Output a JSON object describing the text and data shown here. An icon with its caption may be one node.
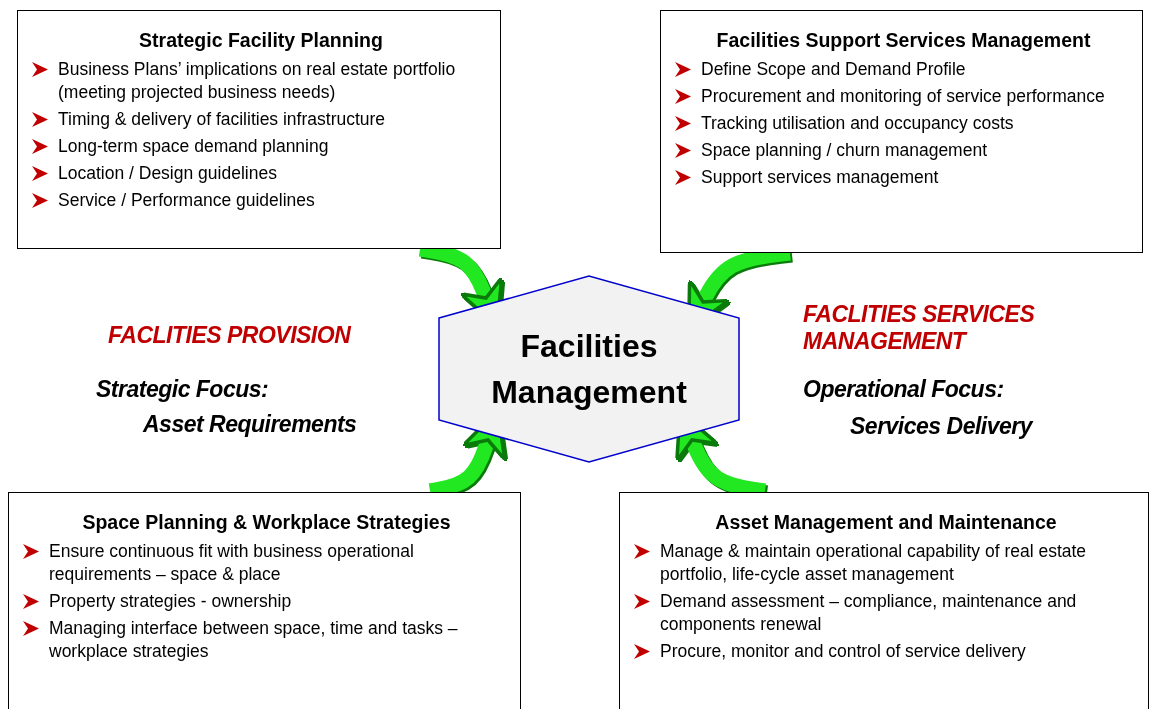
{
  "diagram": {
    "nodes": [
      {
        "text": [
          "Strategic Facility Planning",
          "Business Plans’ implications on real estate portfolio (meeting projected business needs)",
          "Timing & delivery of facilities infrastructure",
          "Long-term space demand planning",
          "Location / Design guidelines",
          "Service / Performance guidelines"
        ]
      },
      {
        "text": [
          "Facilities Support Services Management",
          "Define Scope and Demand Profile",
          "Procurement and monitoring of service performance",
          "Tracking utilisation and occupancy costs",
          "Space planning / churn management",
          "Support services management"
        ]
      },
      {
        "text": [
          "Facilities Management"
        ]
      },
      {
        "text": [
          "Space Planning & Workplace Strategies",
          "Ensure continuous fit with business operational requirements – space & place",
          "Property strategies - ownership",
          "Managing interface between space, time and tasks – workplace strategies"
        ]
      },
      {
        "text": [
          "Asset Management and Maintenance",
          "Manage & maintain operational capability of real estate portfolio, life-cycle asset management",
          "Demand assessment – compliance, maintenance and components renewal",
          "Procure, monitor and control of service delivery"
        ]
      }
    ],
    "edges": [
      {
        "from": 0,
        "to": 2,
        "arrow": "to"
      },
      {
        "from": 1,
        "to": 2,
        "arrow": "to"
      },
      {
        "from": 3,
        "to": 2,
        "arrow": "to"
      },
      {
        "from": 4,
        "to": 2,
        "arrow": "to"
      }
    ],
    "labels": [
      "FACLITIES PROVISION",
      "FACLITIES SERVICES MANAGEMENT",
      "Strategic Focus:",
      "Operational Focus:",
      "Asset Requirements",
      "Services Delivery"
    ]
  }
}
